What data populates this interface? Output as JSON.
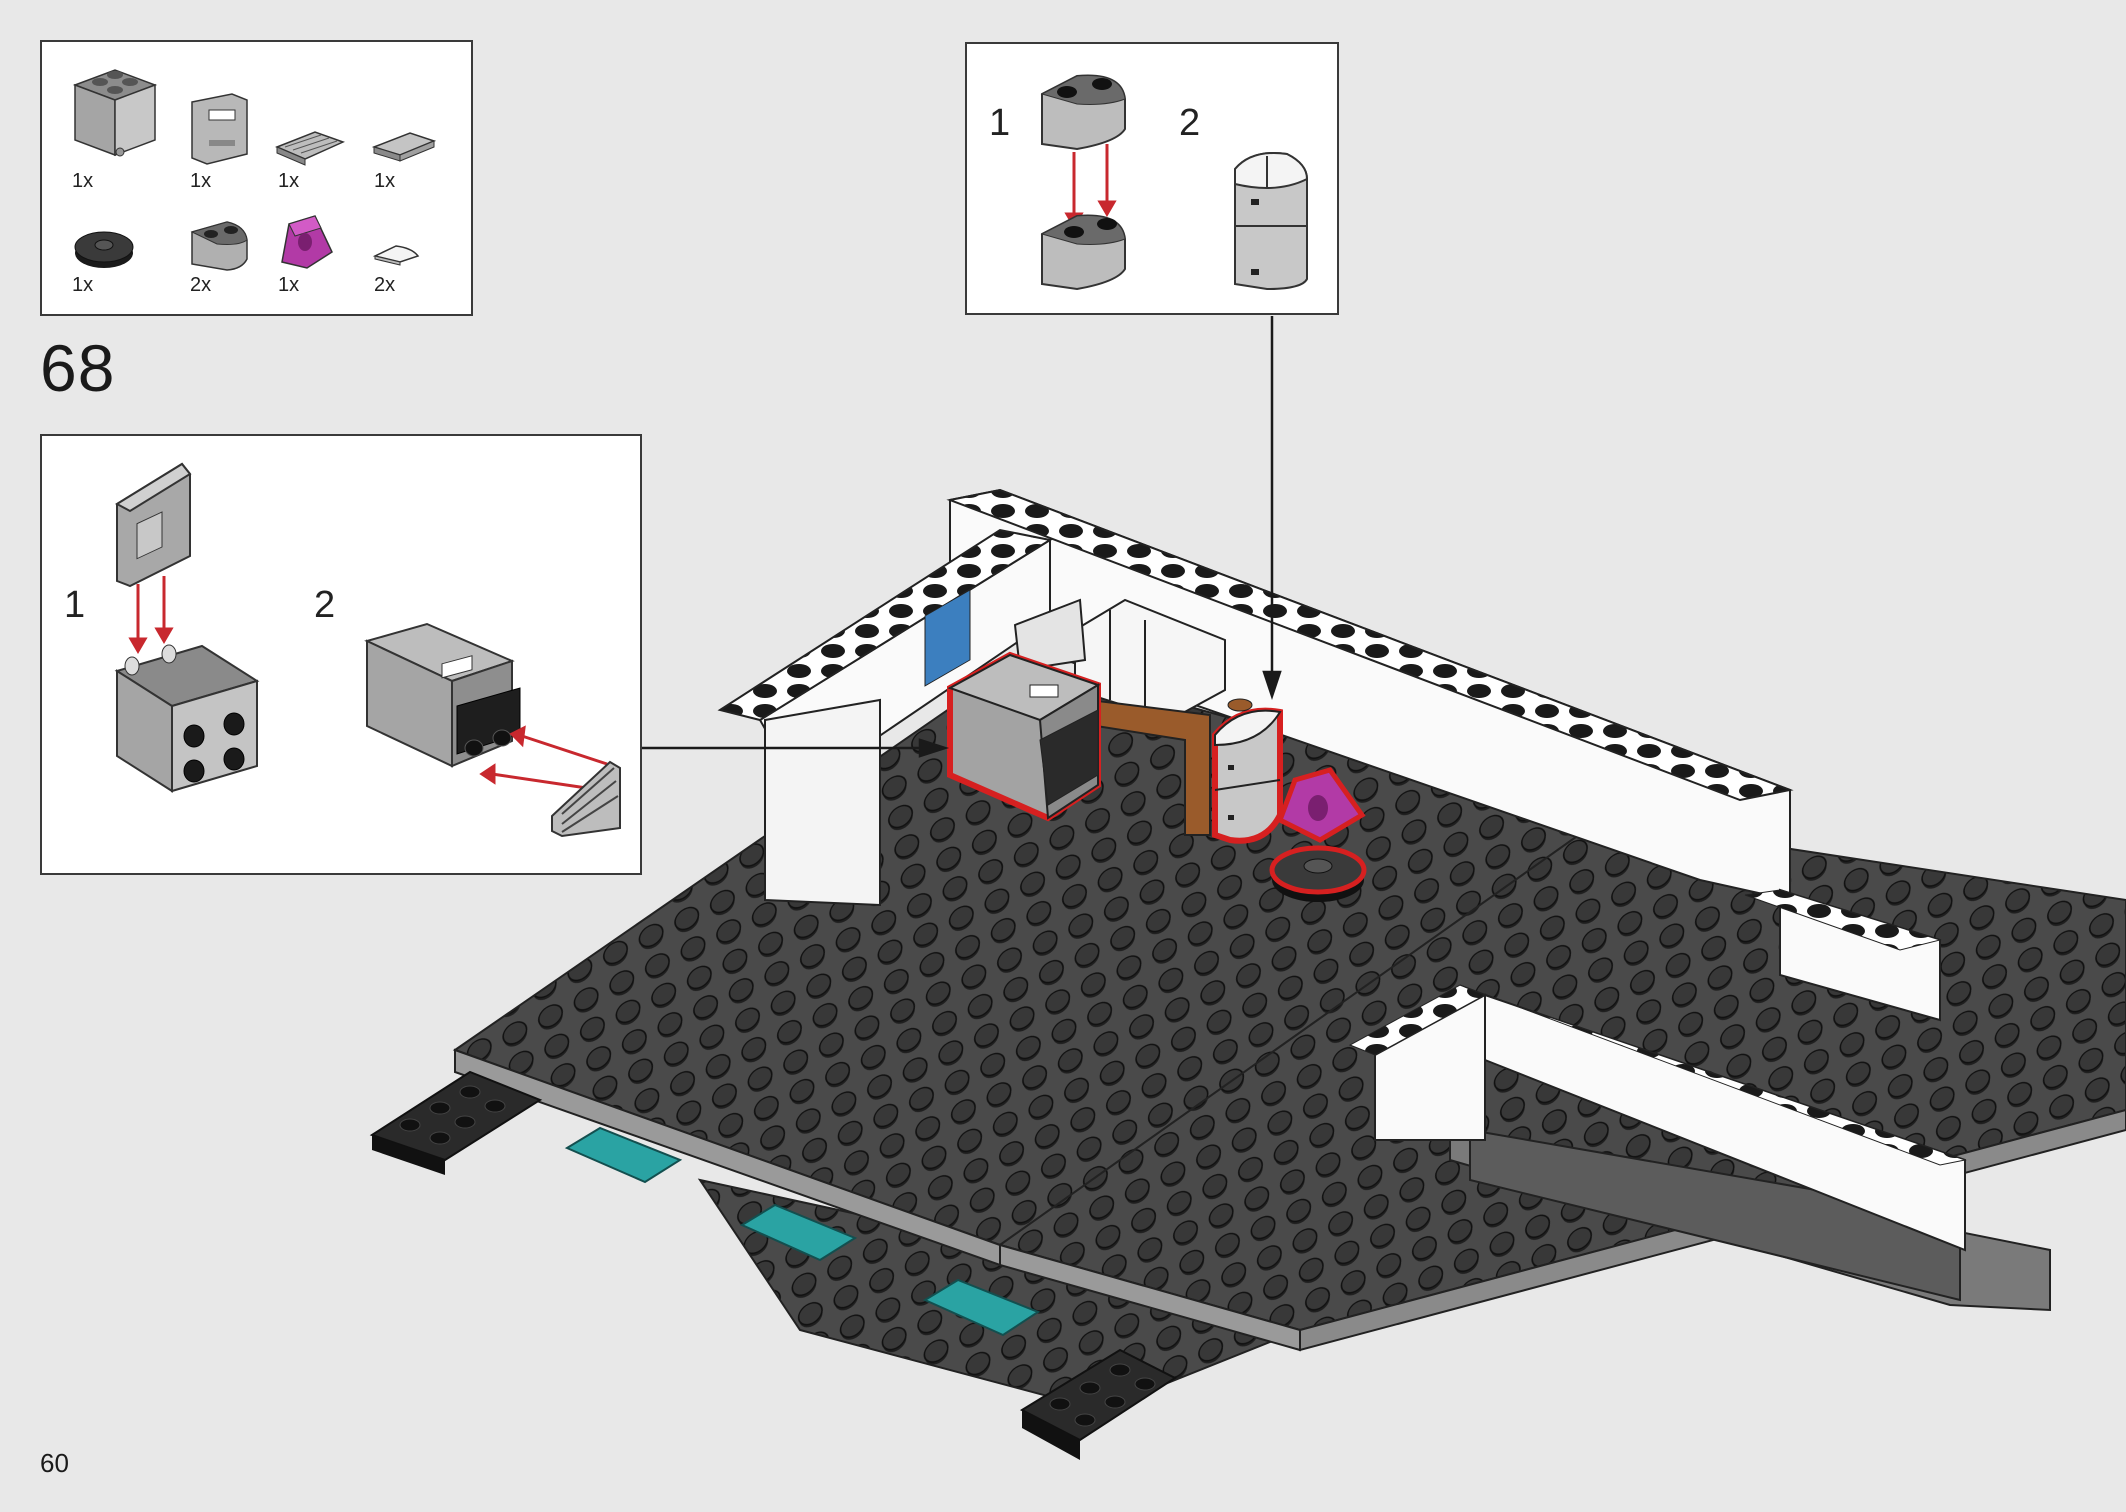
{
  "parts_list": {
    "items": [
      {
        "name": "container-2x2x2-gray",
        "qty": "1x"
      },
      {
        "name": "container-door-gray",
        "qty": "1x"
      },
      {
        "name": "grille-tile-1x2-gray",
        "qty": "1x"
      },
      {
        "name": "tile-1x2-gray",
        "qty": "1x"
      },
      {
        "name": "round-plate-2x2-black",
        "qty": "1x"
      },
      {
        "name": "curved-brick-gray",
        "qty": "2x"
      },
      {
        "name": "magenta-piece",
        "qty": "1x"
      },
      {
        "name": "quarter-tile-white",
        "qty": "2x"
      }
    ]
  },
  "step": {
    "number": "68"
  },
  "callout_main": {
    "sub1": "1",
    "sub2": "2"
  },
  "callout_top": {
    "sub1": "1",
    "sub2": "2"
  },
  "page": {
    "number": "60"
  },
  "colors": {
    "highlight": "#d62020",
    "arrow": "#c8282e",
    "teal": "#2aa3a3",
    "magenta": "#b23aa6"
  }
}
